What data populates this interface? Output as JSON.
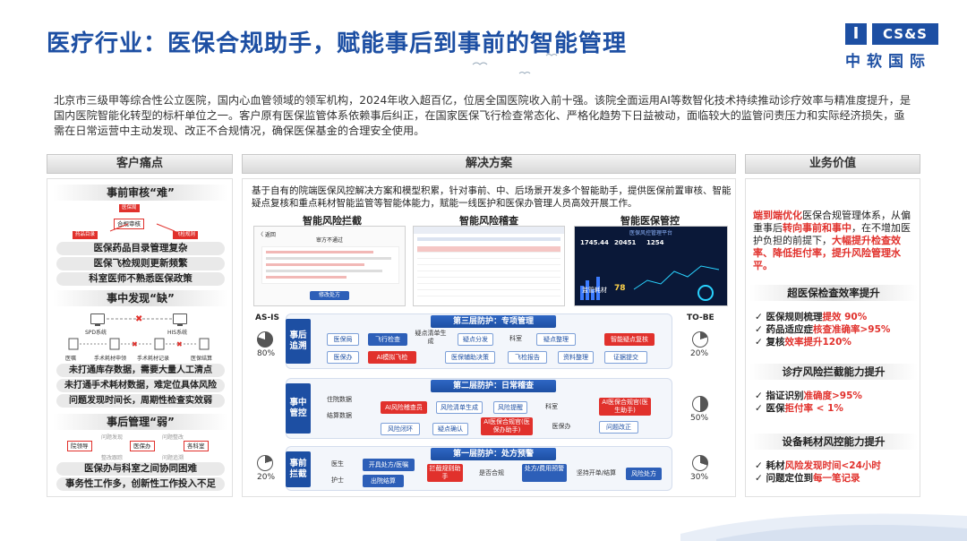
{
  "title": "医疗行业：医保合规助手，赋能事后到事前的智能管理",
  "logo": {
    "mark": "I",
    "brand": "CS&S",
    "cn": "中软国际"
  },
  "intro": "北京市三级甲等综合性公立医院，国内心血管领域的领军机构，2024年收入超百亿，位居全国医院收入前十强。该院全面运用AI等数智化技术持续推动诊疗效率与精准度提升，是国内医院智能化转型的标杆单位之一。客户原有医保监管体系依赖事后纠正，在国家医保飞行检查常态化、严格化趋势下日益被动，面临较大的监管问责压力和实际经济损失，亟需在日常运营中主动发现、改正不合规情况，确保医保基金的合理安全使用。",
  "columns": {
    "left": "客户痛点",
    "mid": "解决方案",
    "right": "业务价值"
  },
  "left": {
    "s1": {
      "title": "事前审核“难”",
      "center": "合规审核",
      "tags": [
        "医保局",
        "药品目录",
        "飞检规则"
      ],
      "items": [
        "医保药品目录管理复杂",
        "医保飞检规则更新频繁",
        "科室医师不熟悉医保政策"
      ]
    },
    "s2": {
      "title": "事中发现“缺”",
      "sys": [
        "SPD系统",
        "HIS系统"
      ],
      "sub": [
        "医嘱",
        "手术耗材申领",
        "手术耗材记录",
        "医保结算"
      ],
      "items": [
        "未打通库存数据，需要大量人工清点",
        "未打通手术耗材数据，难定位具体风险",
        "问题发现时间长，周期性检查实效弱"
      ]
    },
    "s3": {
      "title": "事后管理“弱”",
      "boxes": [
        "院领导",
        "医保办",
        "各科室"
      ],
      "mini": [
        "问题发现",
        "问题整改",
        "整改跟踪",
        "问题追溯"
      ],
      "items": [
        "医保办与科室之间协同困难",
        "事务性工作多，创新性工作投入不足"
      ]
    }
  },
  "mid": {
    "text": "基于自有的院端医保风控解决方案和模型积累，针对事前、中、后场景开发多个智能助手，提供医保前置审核、智能疑点复核和重点耗材智能监管等智能体能力，赋能一线医护和医保办管理人员高效开展工作。",
    "shots": [
      "智能风险拦截",
      "智能风险稽查",
      "智能医保管控"
    ],
    "shot1": {
      "back": "〈 返回",
      "head": "审方不通过",
      "btn": "修改处方"
    },
    "shot3": {
      "title": "医保风控管理平台",
      "nums": [
        "1745.44",
        "20451",
        "1254"
      ],
      "big": "监管耗材",
      "bignum": "78"
    },
    "asis": "AS-IS",
    "tobe": "TO-BE",
    "layers": [
      {
        "side": "事后追溯",
        "bar": "第三层防护：专项管理",
        "n": [
          "医保局",
          "飞行检查",
          "疑点清单生成",
          "疑点分发",
          "科室",
          "疑点整理",
          "智能疑点复核",
          "医保办",
          "AI模拟飞检",
          "医保辅助决策",
          "飞检报告",
          "资料整理",
          "证据提交"
        ],
        "asis": "80%",
        "tobe": "20%"
      },
      {
        "side": "事中管控",
        "bar": "第二层防护：日常稽查",
        "n": [
          "住院数据",
          "结算数据",
          "AI风险稽查员",
          "风险清单生成",
          "风险提醒",
          "科室",
          "AI医保合规官(医生助手)",
          "风险闭环",
          "疑点确认",
          "AI医保合规官(医保办助手)",
          "医保办",
          "问题改正"
        ],
        "asis": "",
        "tobe": "50%"
      },
      {
        "side": "事前拦截",
        "bar": "第一层防护：处方预警",
        "n": [
          "医生",
          "开具处方/医嘱",
          "护士",
          "出院结算",
          "拦截规则助手",
          "是否合规",
          "处方/费用预警",
          "坚持开单/结算",
          "风险处方"
        ],
        "asis": "20%",
        "tobe": "30%"
      }
    ]
  },
  "right": {
    "value": [
      "端到端优化",
      "医保合规管理体系，从偏重事后",
      "转向事前和事中",
      "，在不增加医护负担的前提下，",
      "大幅提升检查效率、降低拒付率，提升风险管理水平。"
    ],
    "sections": [
      {
        "title": "超医保检查效率提升",
        "items": [
          [
            "医保规则梳理",
            "提效 90%"
          ],
          [
            "药品适应症",
            "核查准确率>95%"
          ],
          [
            "复核",
            "效率提升120%"
          ]
        ]
      },
      {
        "title": "诊疗风险拦截能力提升",
        "items": [
          [
            "指证识别",
            "准确度>95%"
          ],
          [
            "医保",
            "拒付率 < 1%"
          ]
        ]
      },
      {
        "title": "设备耗材风控能力提升",
        "items": [
          [
            "耗材",
            "风险发现时间<24小时"
          ],
          [
            "问题定位到",
            "每一笔记录"
          ]
        ]
      }
    ]
  },
  "colors": {
    "primary": "#1d4fa3",
    "accent": "#e1312c"
  },
  "icons": [
    "check-icon",
    "pie-icon",
    "monitor-icon"
  ]
}
